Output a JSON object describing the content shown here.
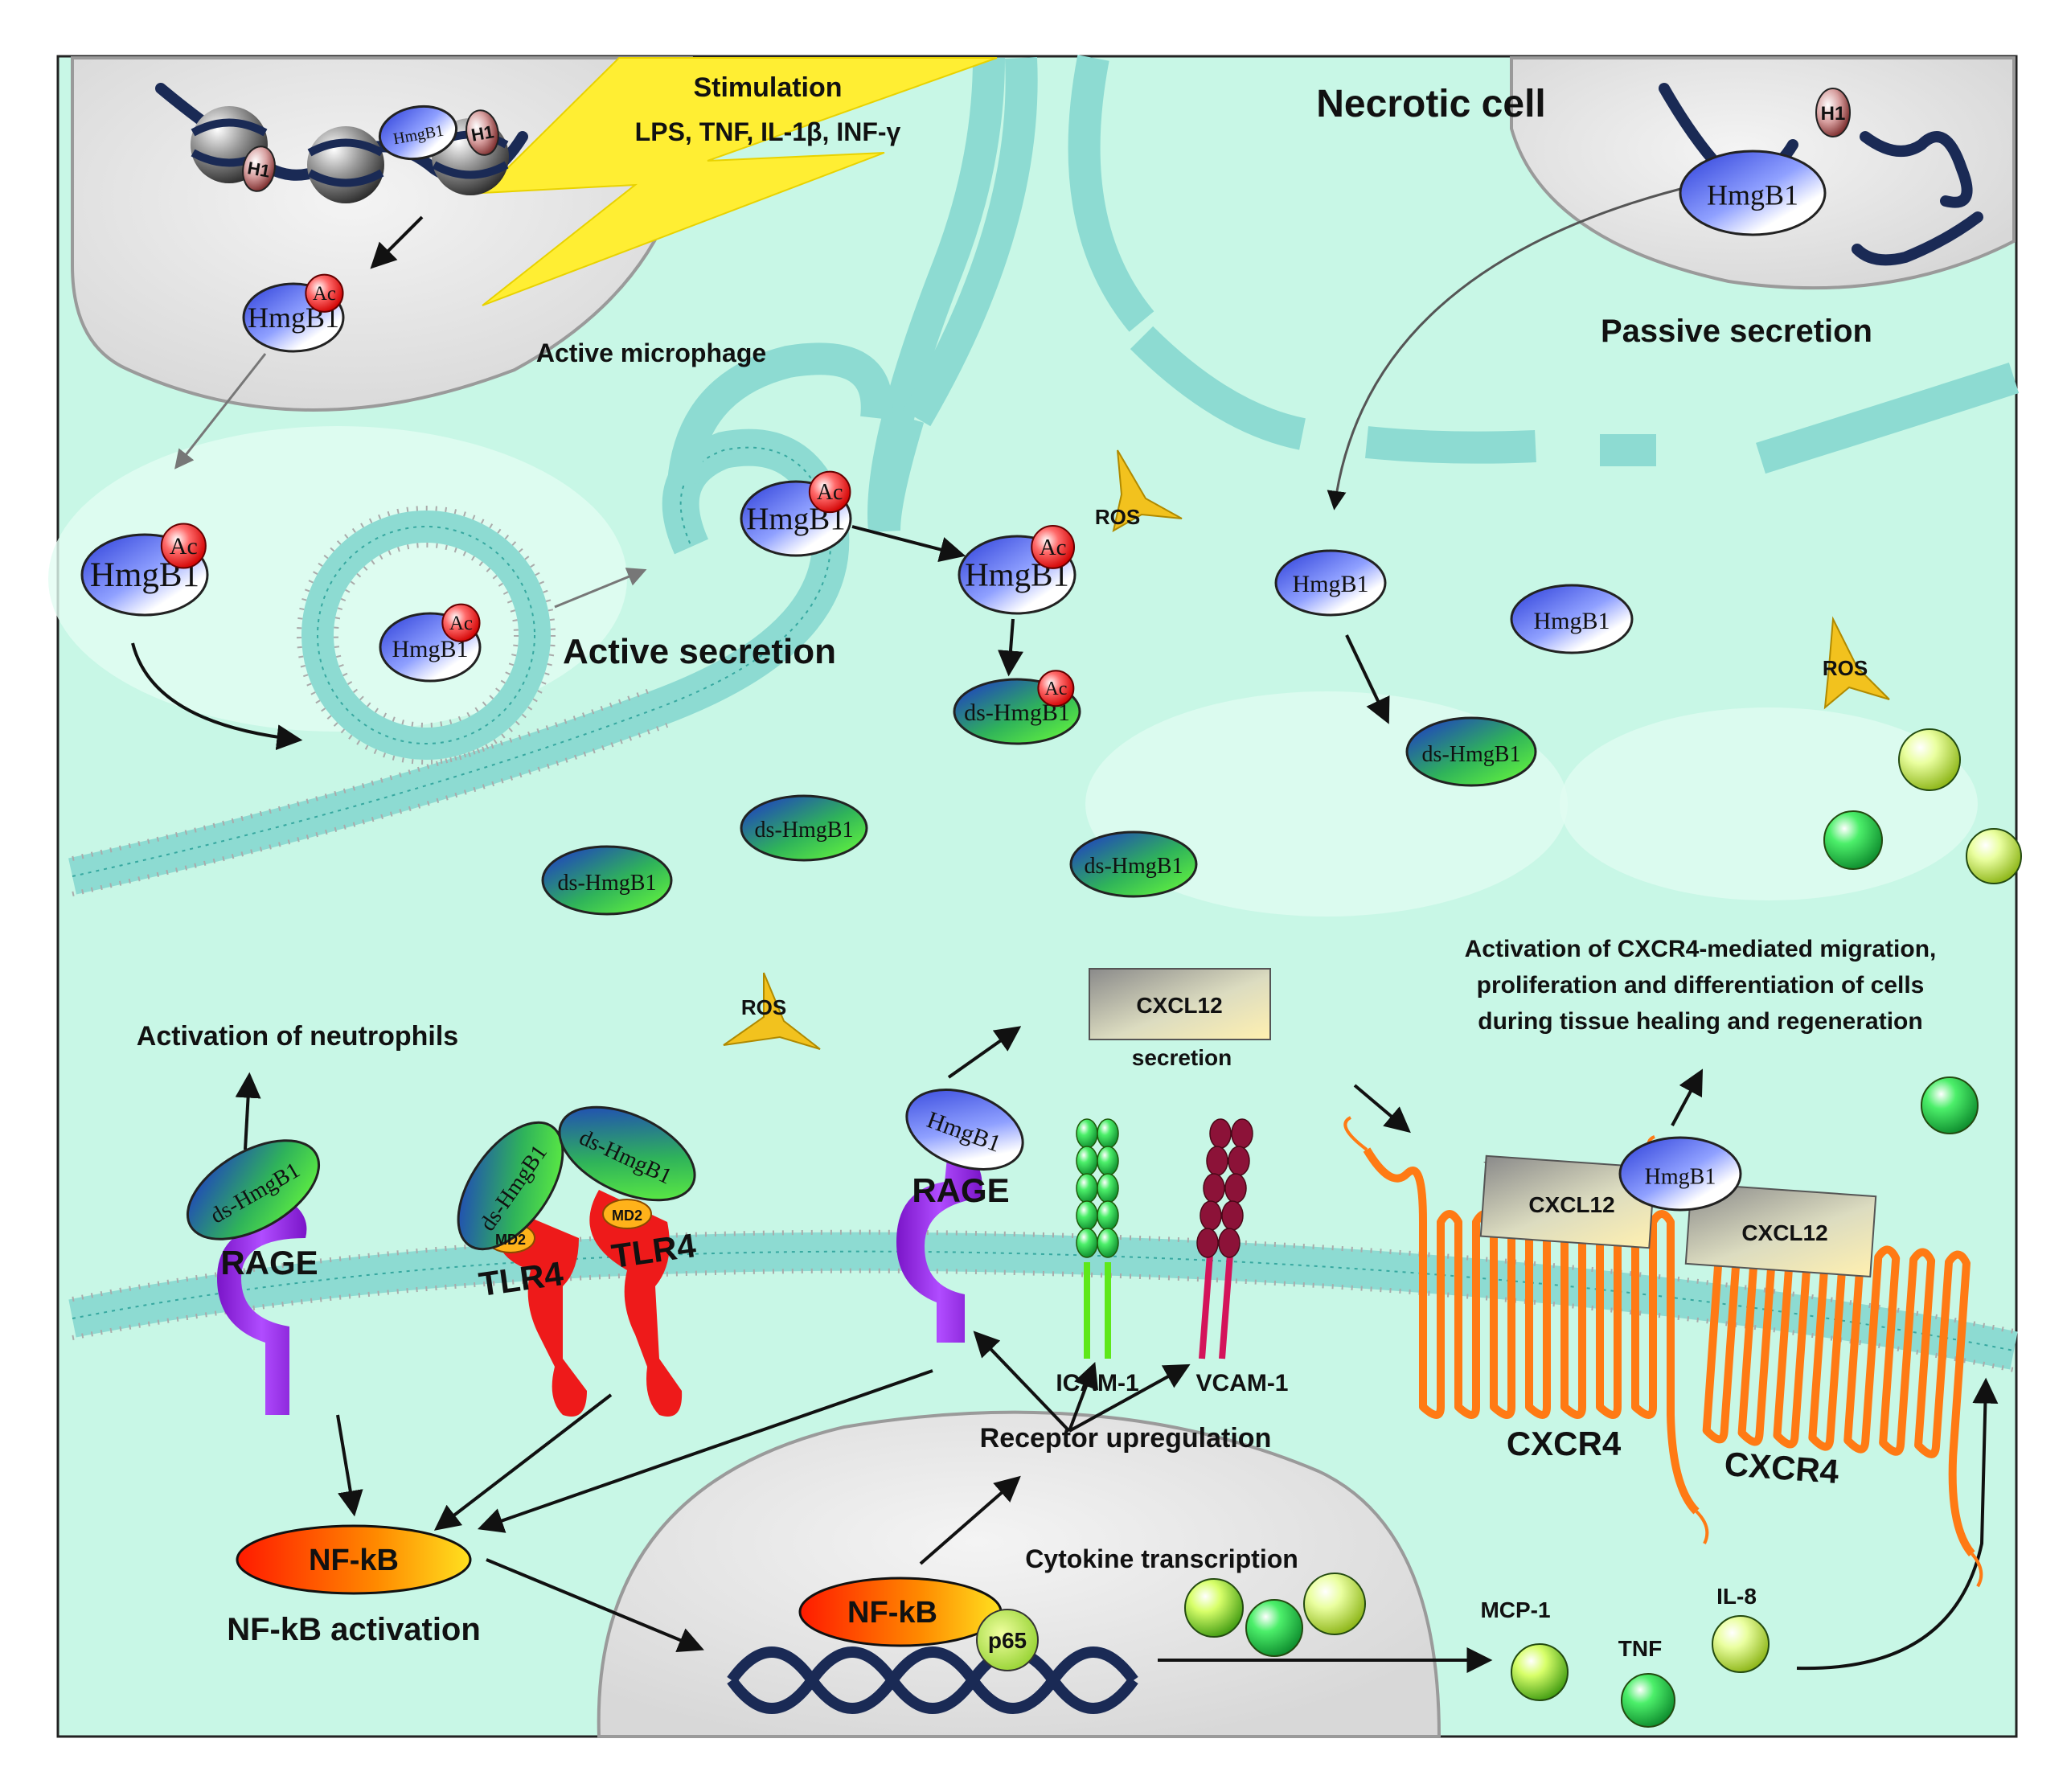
{
  "labels": {
    "stimulation": "Stimulation",
    "stimuli": "LPS, TNF, IL-1β,  INF-γ",
    "necrotic_cell": "Necrotic cell",
    "active_macrophage": "Active microphage",
    "passive_secretion": "Passive secretion",
    "active_secretion": "Active secretion",
    "ros": "ROS",
    "activation_neutrophils": "Activation of neutrophils",
    "cxcr4_line1": "Activation of CXCR4-mediated migration,",
    "cxcr4_line2": "proliferation and differentiation of cells",
    "cxcr4_line3": "during tissue healing and regeneration",
    "cxcl12": "CXCL12",
    "secretion": "secretion",
    "rage": "RAGE",
    "tlr4": "TLR4",
    "md2": "MD2",
    "icam1": "ICAM-1",
    "vcam1": "VCAM-1",
    "receptor_upregulation": "Receptor  upregulation",
    "cxcr4": "CXCR4",
    "nfkb": "NF-kB",
    "nfkb_activation": "NF-kB activation",
    "cytokine_transcription": "Cytokine transcription",
    "p65": "p65",
    "mcp1": "MCP-1",
    "tnf": "TNF",
    "il8": "IL-8",
    "hmgb1": "HmgB1",
    "ds_hmgb1": "ds-HmgB1",
    "ac": "Ac",
    "h1": "H1"
  },
  "colors": {
    "background": "#c8f7e6",
    "cell_gray": "#e4e4e4",
    "lightning": "#ffee33",
    "nfkb_red": "#ff2a00",
    "nfkb_yellow": "#ffd21f",
    "rage_purple": "#9a27e6",
    "tlr4_red": "#ee1a1a",
    "cxcr4_orange": "#ff7a14",
    "ros_gold": "#f2c21e",
    "icam_green": "#3e9a17",
    "vcam_maroon": "#8c1238"
  }
}
